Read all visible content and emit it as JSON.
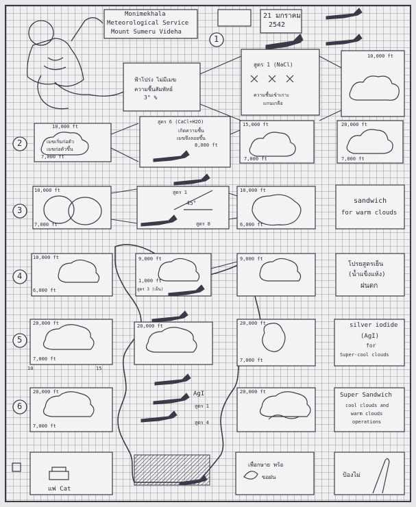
{
  "header": {
    "org_line1": "Monimekhala",
    "org_line2": "Meteorological Service",
    "org_line3": "Mount Sumeru Videha",
    "date_line1": "21 มกราคม",
    "date_line2": "2542",
    "step_number": "1"
  },
  "rows": [
    "1",
    "2",
    "3",
    "4",
    "5",
    "6"
  ],
  "step1": {
    "left_text": [
      "ฟ้าโปร่ง ไม่มีเมฆ",
      "ความชื้นสัมพัทธ์",
      "3° %"
    ],
    "formula": "สูตร 1 (NaCl)",
    "center_text": [
      "ความชื้นเข้าเกาะ",
      "แกนเกลือ"
    ],
    "altitude": "10,000 ft"
  },
  "step2": {
    "top_alt": "10,000 ft",
    "cloud_text": [
      "เมฆเริ่มก่อตัว",
      "เมฆก่อตัวขึ้น"
    ],
    "bottom_alt": "7,000 ft",
    "formula": "สูตร 6 (CaCl+H2O)",
    "center_text": [
      "เกิดความชื้น",
      "เมฆจึงลอยขึ้น",
      "8,000 ft"
    ],
    "alt_c": "15,000 ft",
    "alt_c_bottom": "7,000 ft",
    "alt_d": "20,000 ft",
    "alt_d_bottom": "7,000 ft"
  },
  "step3": {
    "top_alt": "10,000 ft",
    "bottom_alt": "7,000 ft",
    "formula_top": "สูตร 1",
    "angle": "45°",
    "formula_bottom": "สูตร 8",
    "alt_c": "10,000 ft",
    "alt_c_bottom": "6,000 ft",
    "right_line1": "sandwich",
    "right_line2": "for warm clouds"
  },
  "step4": {
    "top_alt": "10,000 ft",
    "bottom_alt": "6,000 ft",
    "alt_b": "9,000 ft",
    "alt_b_low": "1,000 ft",
    "formula_b": "สูตร 3 (เย็น)",
    "alt_c": "9,000 ft",
    "right_line1": "โปรยสูตรเย็น",
    "right_line2": "(น้ำแข็งแห้ง)",
    "right_line3": "ฝนตก"
  },
  "step5": {
    "top_alt": "20,000 ft",
    "bottom_alt": "7,000 ft",
    "alt_b": "20,000 ft",
    "alt_c": "20,000 ft",
    "alt_c_bottom": "7,000 ft",
    "right_line1": "silver iodide",
    "right_line2": "(AgI)",
    "right_line3": "for",
    "right_line4": "Super-cool clouds",
    "coord_1": "10",
    "coord_2": "15"
  },
  "step6": {
    "top_alt": "20,000 ft",
    "bottom_alt": "7,000 ft",
    "agi": "AgI",
    "formula_1": "สูตร 1",
    "formula_4": "สูตร 4",
    "alt_c": "20,000 ft",
    "right_line1": "Super Sandwich",
    "right_line2": "cool clouds and",
    "right_line3": "warm clouds",
    "right_line4": "operations"
  },
  "bottom": {
    "left_label": "แพ่ Cat",
    "center_text": [
      "เพื่อกษาย พร้อ",
      "ขอฝน"
    ],
    "right_label": "ป้องไม่"
  }
}
